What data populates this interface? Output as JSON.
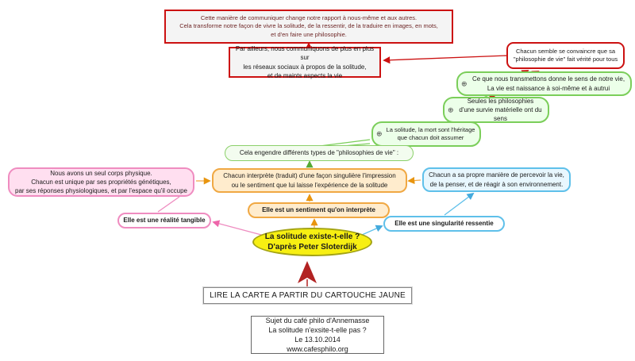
{
  "central": {
    "text": "La solitude existe-t-elle ?\nD'après Peter Sloterdijk"
  },
  "branches": {
    "physical": {
      "label": "Elle est une réalité tangible",
      "detail": "Nous avons un seul corps physique.\nChacun est unique par ses propriétés génétiques,\npar ses réponses physiologiques, et par l'espace qu'il occupe"
    },
    "sentiment": {
      "label": "Elle est un sentiment qu'on interprète",
      "detail": "Chacun interprète (traduit) d'une façon singulière l'impression\nou le sentiment que lui laisse l'expérience de la solitude",
      "types": "Cela engendre différents types de \"philosophies de vie\" :",
      "heritage": "La solitude, la mort sont l'héritage\nque chacun doit assumer",
      "survie": "Seules les philosophies\nd'une survie matérielle ont du sens",
      "transmission": "Ce que nous transmettons donne le sens de notre vie,\nLa vie est naissance à soi-même et à autrui",
      "conviction": "Chacun semble se convaincre que sa\n\"philosophie de vie\" fait vérité pour tous",
      "reseaux": "Par ailleurs, nous communiquons de plus en plus sur\nles réseaux sociaux à propos de la solitude,\net de maints aspects la vie",
      "communication": "Cette manière de communiquer change notre rapport à nous-même et aux autres.\nCela transforme notre façon de vivre la solitude, de la ressentir, de la traduire en images, en mots,\net d'en faire une philosophie."
    },
    "singularity": {
      "label": "Elle est une singularité ressentie",
      "detail": "Chacun a sa propre manière de percevoir la vie,\nde la penser, et de réagir à son environnement."
    }
  },
  "footer": {
    "instruction": "LIRE LA CARTE A PARTIR DU CARTOUCHE JAUNE",
    "credit": "Sujet du café philo d'Annemasse\nLa solitude n'exsite-t-elle pas ?\nLe 13.10.2014\nwww.cafesphilo.org"
  },
  "icons": {
    "expand": "⊕"
  },
  "colors": {
    "red": "#cc1111",
    "green": "#7bce5a",
    "orange": "#f0a843",
    "blue": "#5fc0ea",
    "pink": "#ef8cc0",
    "yellow": "#f7ef12",
    "arrow_dark_red": "#b22222"
  }
}
